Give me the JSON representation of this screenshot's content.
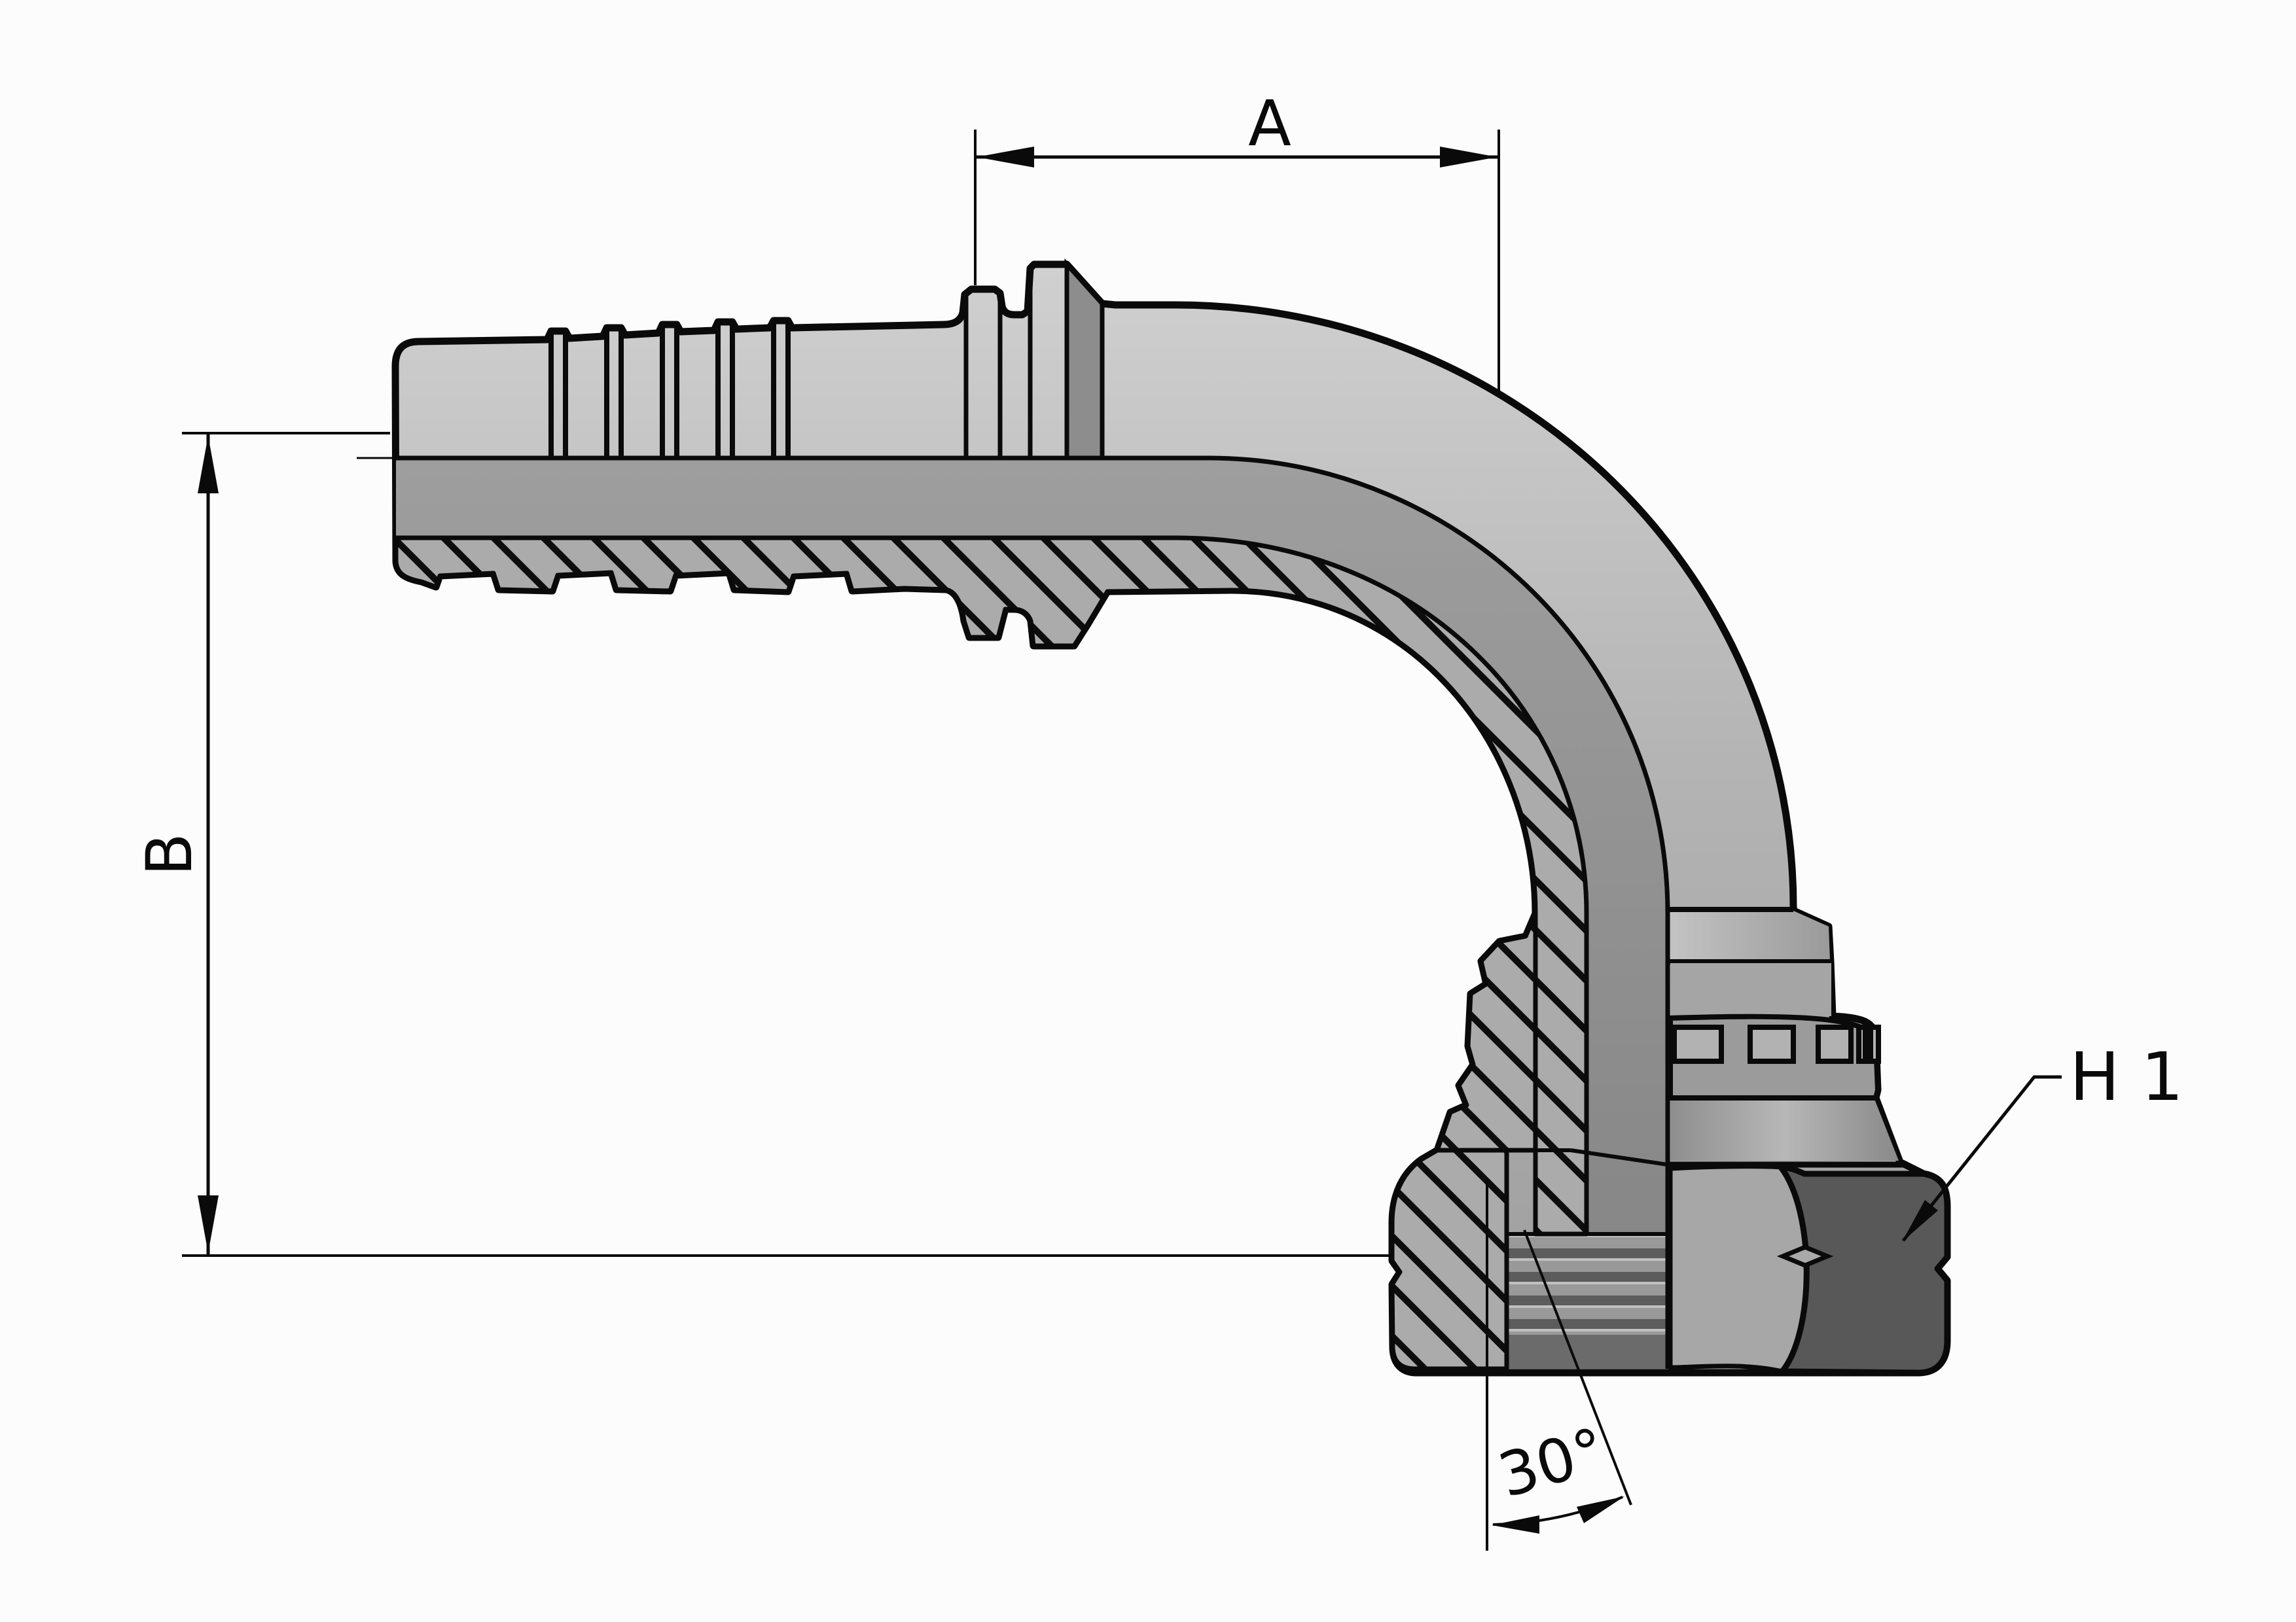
{
  "drawing": {
    "type": "technical-section-drawing",
    "subject": "90-degree elbow hose fitting with swivel nut, half-section view",
    "annotations": {
      "dim_a": "A",
      "dim_b": "B",
      "hex_label": "H 1",
      "angle_label": "30°"
    },
    "colors": {
      "background": "#fcfcfc",
      "outline": "#0a0a0a",
      "body_light": "#cdcdcd",
      "body": "#b2b2b2",
      "body_dark": "#8d8d8d",
      "bore": "#979797",
      "nut_dark_face": "#585858",
      "nut_light_face": "#a7a7a7",
      "thread_dark": "#5c5c5c",
      "hatch_base": "#ababab"
    }
  }
}
